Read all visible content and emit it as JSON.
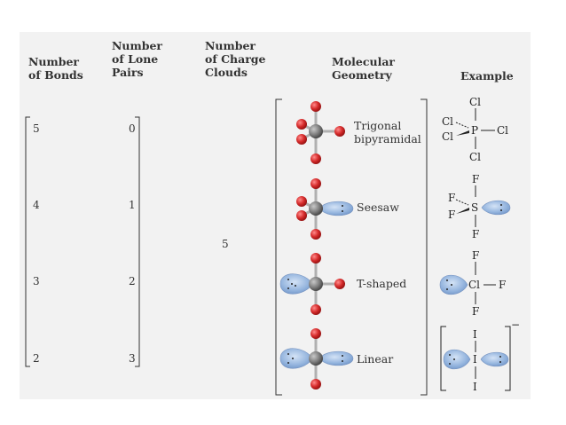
{
  "headers": {
    "bonds": [
      "Number",
      "of Bonds"
    ],
    "lone_pairs": [
      "Number",
      "of Lone",
      "Pairs"
    ],
    "charge_clouds": [
      "Number",
      "of Charge",
      "Clouds"
    ],
    "geometry": [
      "Molecular",
      "Geometry"
    ],
    "example": "Example"
  },
  "charge_clouds_value": "5",
  "rows": [
    {
      "bonds": "5",
      "lone_pairs": "0",
      "geometry": [
        "Trigonal",
        "bipyramidal"
      ]
    },
    {
      "bonds": "4",
      "lone_pairs": "1",
      "geometry": [
        "Seesaw"
      ]
    },
    {
      "bonds": "3",
      "lone_pairs": "2",
      "geometry": [
        "T-shaped"
      ]
    },
    {
      "bonds": "2",
      "lone_pairs": "3",
      "geometry": [
        "Linear"
      ]
    }
  ],
  "examples": {
    "pcl5": {
      "center": "P",
      "ligand": "Cl"
    },
    "sf4": {
      "center": "S",
      "ligand": "F"
    },
    "clf3": {
      "center": "Cl",
      "ligand": "F"
    },
    "i3": {
      "center": "I",
      "ligand": "I",
      "charge": "−"
    }
  },
  "colors": {
    "panel": "#f2f2f2",
    "atom_outer": "#d42a2a",
    "atom_center": "#7a7a7a",
    "lone_pair": "#8fb0dc"
  }
}
